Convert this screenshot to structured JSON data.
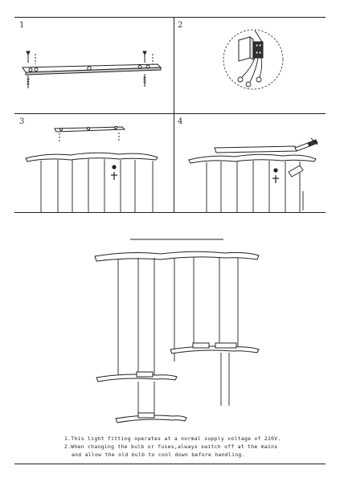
{
  "steps": [
    {
      "number": "1"
    },
    {
      "number": "2"
    },
    {
      "number": "3"
    },
    {
      "number": "4"
    }
  ],
  "notes": [
    "1.This light fitting operates at a normal supply voltage of 220V.",
    "2.When changing the bulb or fuses,always switch off at the mains",
    "and allow the old bulb to cool down before handling."
  ],
  "icons": {
    "screwdriver": "screwdriver-icon",
    "wire_connector": "wire-connector-icon",
    "ground_symbol": "ground-icon"
  }
}
